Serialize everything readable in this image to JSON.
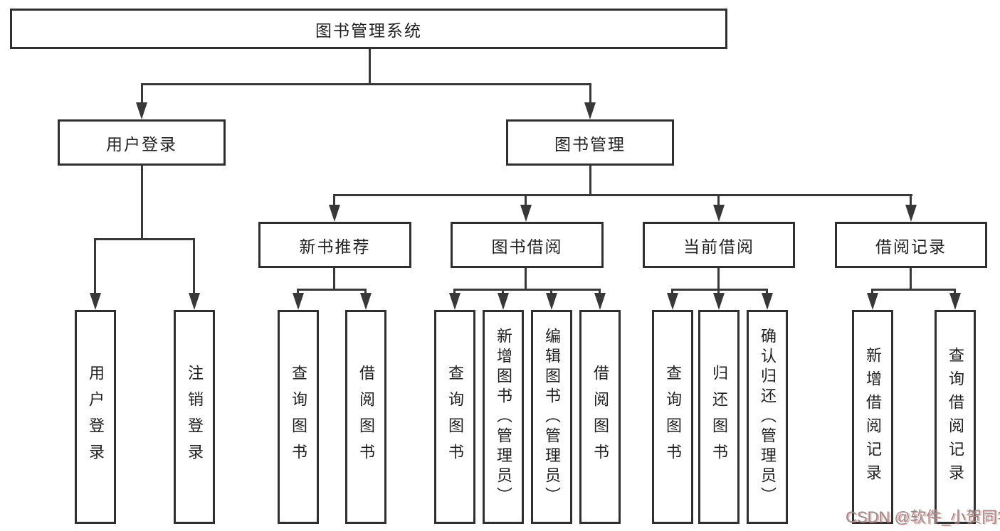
{
  "tree": {
    "root": "图书管理系统",
    "login": {
      "label": "用户登录",
      "children": [
        "用户登录",
        "注销登录"
      ]
    },
    "management": {
      "label": "图书管理",
      "sections": [
        {
          "label": "新书推荐",
          "children": [
            "查询图书",
            "借阅图书"
          ]
        },
        {
          "label": "图书借阅",
          "children": [
            "查询图书",
            "新增图书（管理员）",
            "编辑图书（管理员）",
            "借阅图书"
          ]
        },
        {
          "label": "当前借阅",
          "children": [
            "查询图书",
            "归还图书",
            "确认归还（管理员）"
          ]
        },
        {
          "label": "借阅记录",
          "children": [
            "新增借阅记录",
            "查询借阅记录"
          ]
        }
      ]
    }
  },
  "watermark": "CSDN @软件_小贺同学",
  "colors": {
    "background": "#ffffff",
    "box_border": "#2f2f2f",
    "connector": "#383838",
    "text": "#1f1f1f",
    "watermark_gray": "#8f8f8f",
    "watermark_red": "#f06464"
  }
}
